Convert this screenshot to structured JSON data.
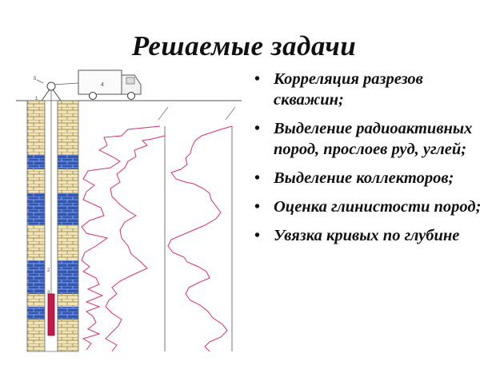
{
  "title": "Решаемые задачи",
  "bullets": [
    {
      "text": "Корреляция разрезов скважин;"
    },
    {
      "text": "Выделение радиоактивных пород, прослоев руд, углей;"
    },
    {
      "text": "Выделение коллекторов;"
    },
    {
      "text": "Оценка глинистости пород;"
    },
    {
      "text": "Увязка кривых по глубине"
    }
  ],
  "diagram": {
    "truck_label": "4",
    "marker_labels": [
      "5",
      "1",
      "2",
      "3"
    ],
    "colors": {
      "brick_yellow": "#f5e6a8",
      "brick_blue": "#2f56b8",
      "log_curve": "#d0307a",
      "instrument": "#c8184a"
    }
  }
}
